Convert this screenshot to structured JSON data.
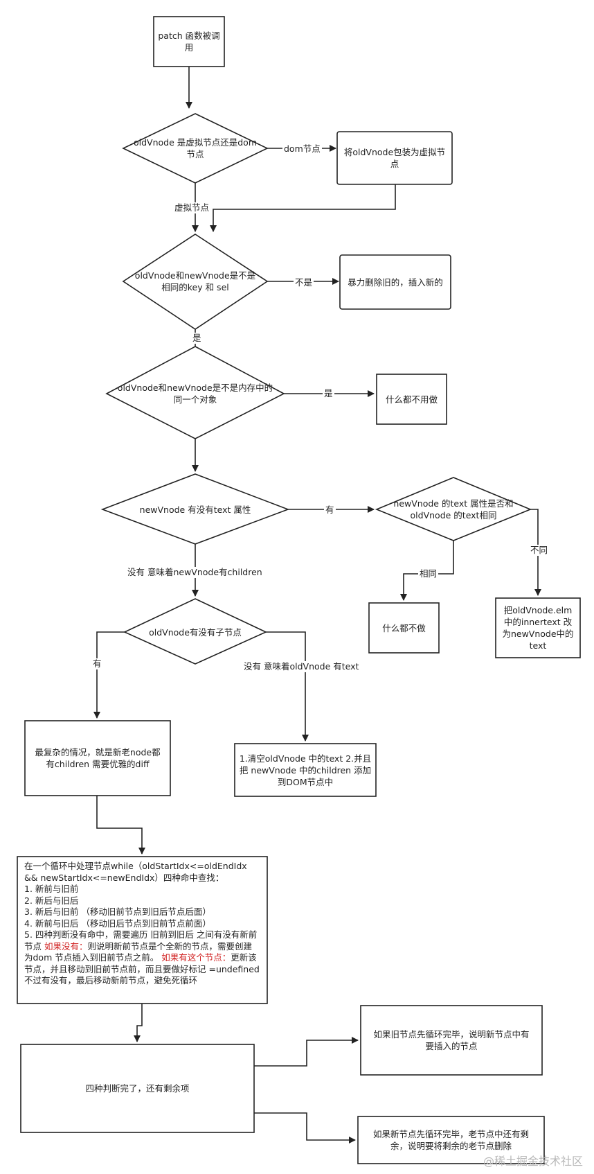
{
  "nodes": {
    "start": "patch 函数被调用",
    "d_is_vnode": "oldVnode 是虚拟节点还是dom节点",
    "wrap": "将oldVnode包装为虚拟节点",
    "d_same_key": "oldVnode和newVnode是不是相同的key 和 sel",
    "brute": "暴力删除旧的，插入新的",
    "d_same_obj": "oldVnode和newVnode是不是内存中的同一个对象",
    "nothing1": "什么都不用做",
    "d_has_text": "newVnode 有没有text 属性",
    "d_text_same": "newVnode 的text 属性是否和oldVnode 的text相同",
    "nothing2": "什么都不做",
    "set_text": "把oldVnode.elm中的innertext 改为newVnode中的text",
    "d_has_children": "oldVnode有没有子节点",
    "complex": "最复杂的情况，就是新老node都有children 需要优雅的diff",
    "clear_add": "1.清空oldVnode 中的text  2.并且把 newVnode 中的children 添加到DOM节点中",
    "loop": {
      "line1": "在一个循环中处理节点while（oldStartIdx<=oldEndIdx && newStartIdx<=newEndIdx）四种命中查找：",
      "line2": "1. 新前与旧前",
      "line3": "2. 新后与旧后",
      "line4": "3. 新后与旧前 （移动旧前节点到旧后节点后面）",
      "line5": "4. 新前与旧后 （移动旧后节点到旧前节点前面）",
      "line6": "5. 四种判断没有命中，需要遍历 旧前到旧后 之间有没有新前节点 ",
      "red1": "如果没有：",
      "line7": "则说明新前节点是个全新的节点，需要创建为dom 节点插入到旧前节点之前。 ",
      "red2": "如果有这个节点：",
      "line8": "更新该节点，并且移动到旧前节点前，而且要做好标记 =undefined  不过有没有，最后移动新前节点，避免死循环"
    },
    "remain": "四种判断完了，还有剩余项",
    "old_first": "如果旧节点先循环完毕，说明新节点中有要插入的节点",
    "new_first": "如果新节点先循环完毕，老节点中还有剩余，说明要将剩余的老节点删除"
  },
  "edge_labels": {
    "dom_node": "dom节点",
    "virtual_node": "虚拟节点",
    "not_same": "不是",
    "is_same": "是",
    "is_same_obj": "是",
    "has": "有",
    "not_equal": "不同",
    "equal": "相同",
    "no_text_children": "没有 意味着newVnode有children",
    "has_children": "有",
    "no_children_text": "没有 意味着oldVnode 有text"
  },
  "watermark": "@稀土掘金技术社区"
}
